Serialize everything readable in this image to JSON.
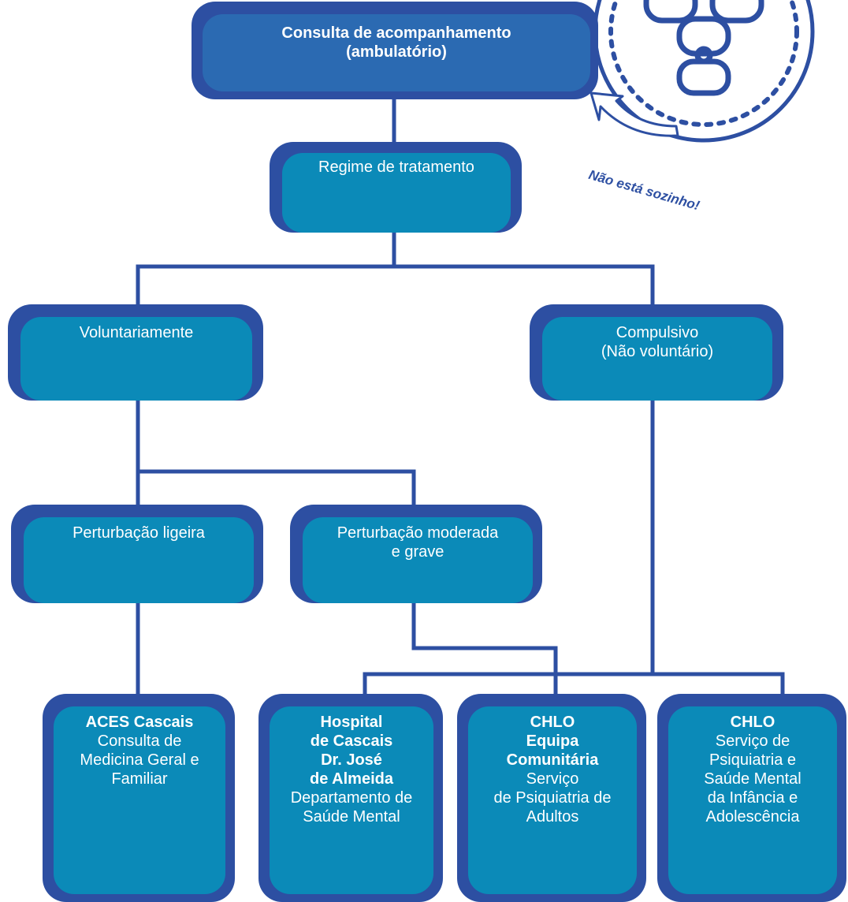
{
  "stamp": {
    "caption": "Não está sozinho!",
    "icon": "group-of-people-icon",
    "color": "#2d4fa2"
  },
  "colors": {
    "outline": "#2d4fa2",
    "top_box": "#2b6ab2",
    "box": "#0b8ab8",
    "text": "#ffffff"
  },
  "nodes": {
    "root": {
      "line1": "Consulta de acompanhamento",
      "line2": "(ambulatório)"
    },
    "regime": {
      "label": "Regime de tratamento"
    },
    "voluntary": {
      "label": "Voluntariamente"
    },
    "compulsory": {
      "line1": "Compulsivo",
      "line2": "(Não voluntário)"
    },
    "mild": {
      "label": "Perturbação ligeira"
    },
    "moderate": {
      "line1": "Perturbação moderada",
      "line2": "e grave"
    },
    "aces": {
      "title": "ACES Cascais",
      "body": "Consulta de\nMedicina Geral e\nFamiliar"
    },
    "hospital": {
      "title": "Hospital\nde Cascais\nDr. José\nde Almeida",
      "body": "Departamento de\nSaúde Mental"
    },
    "chlo_community": {
      "title": "CHLO\nEquipa\nComunitária",
      "body": "Serviço\nde Psiquiatria de\nAdultos"
    },
    "chlo_child": {
      "title": "CHLO",
      "body": "Serviço de\nPsiquiatria  e\nSaúde Mental\nda Infância e\nAdolescência"
    }
  }
}
